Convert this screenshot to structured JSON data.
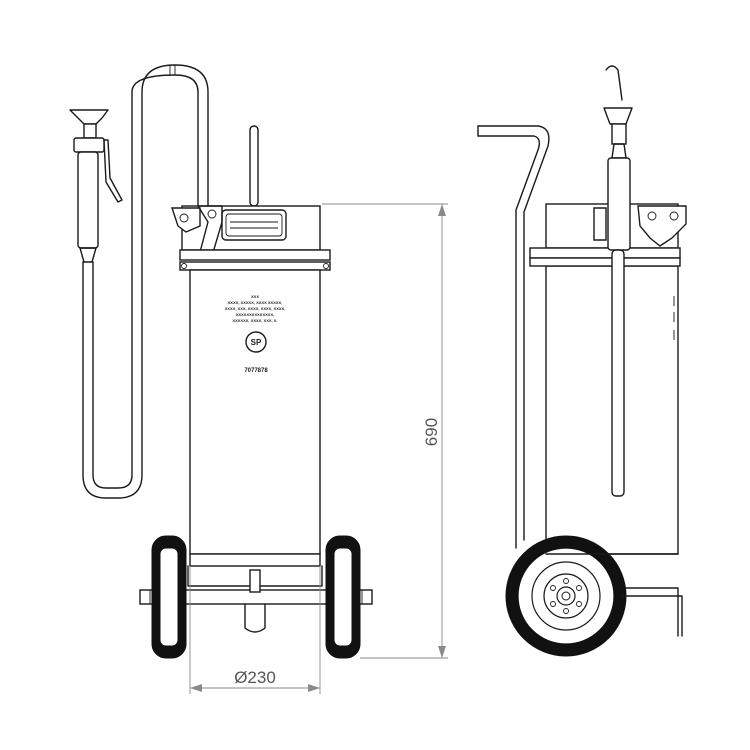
{
  "dimensions": {
    "height_label": "690",
    "diameter_label": "Ø230"
  },
  "product_label": {
    "lines": [
      "XXX",
      "XXXX, XXXXX, XXXX XXXXX,",
      "XXXX, XXX, XXXX, XXXX, XXXX,",
      "XXXXXXXXXXXXXX,",
      "XXXXXX, XXXX, XXX, X."
    ],
    "logo_text": "SP",
    "code": "7077878"
  },
  "colors": {
    "line": "#1a1a1a",
    "dimension": "#8a8a8a",
    "tire": "#111111"
  }
}
